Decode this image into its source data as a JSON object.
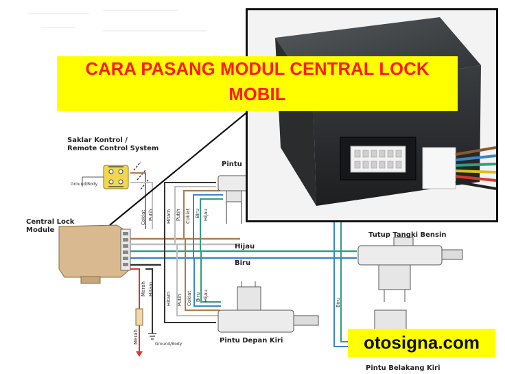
{
  "title": {
    "line1": "CARA PASANG MODUL CENTRAL LOCK",
    "line2": "MOBIL"
  },
  "watermark": "otosigna.com",
  "labels": {
    "switch_line1": "Saklar Kontrol /",
    "switch_line2": "Remote Control System",
    "module_line1": "Central Lock",
    "module_line2": "Module",
    "ground_body": "Ground/Body",
    "front_right_door": "Pintu",
    "fuel_cap": "Tutup Tangki Bensin",
    "front_left_door": "Pintu Depan Kiri",
    "rear_left_door": "Pintu Belakang Kiri",
    "main_green": "Hijau",
    "main_blue": "Biru"
  },
  "wire_tags": [
    "Coklat",
    "Putih",
    "Hitam",
    "Putih",
    "Coklat",
    "Biru",
    "Hijau",
    "Merah",
    "Hitam",
    "Hitam",
    "Putih",
    "Coklat",
    "Biru",
    "Hijau",
    "Merah",
    "Biru"
  ],
  "colors": {
    "title_bg": "#ffff00",
    "title_text": "#ff1a1a",
    "wire_green": "#2f9e7a",
    "wire_blue": "#3a86c8",
    "wire_brown": "#b07a4a",
    "wire_red": "#d23b2b",
    "wire_black": "#333333",
    "wire_white": "#bdbdbd",
    "module_body": "#d9b98f"
  }
}
